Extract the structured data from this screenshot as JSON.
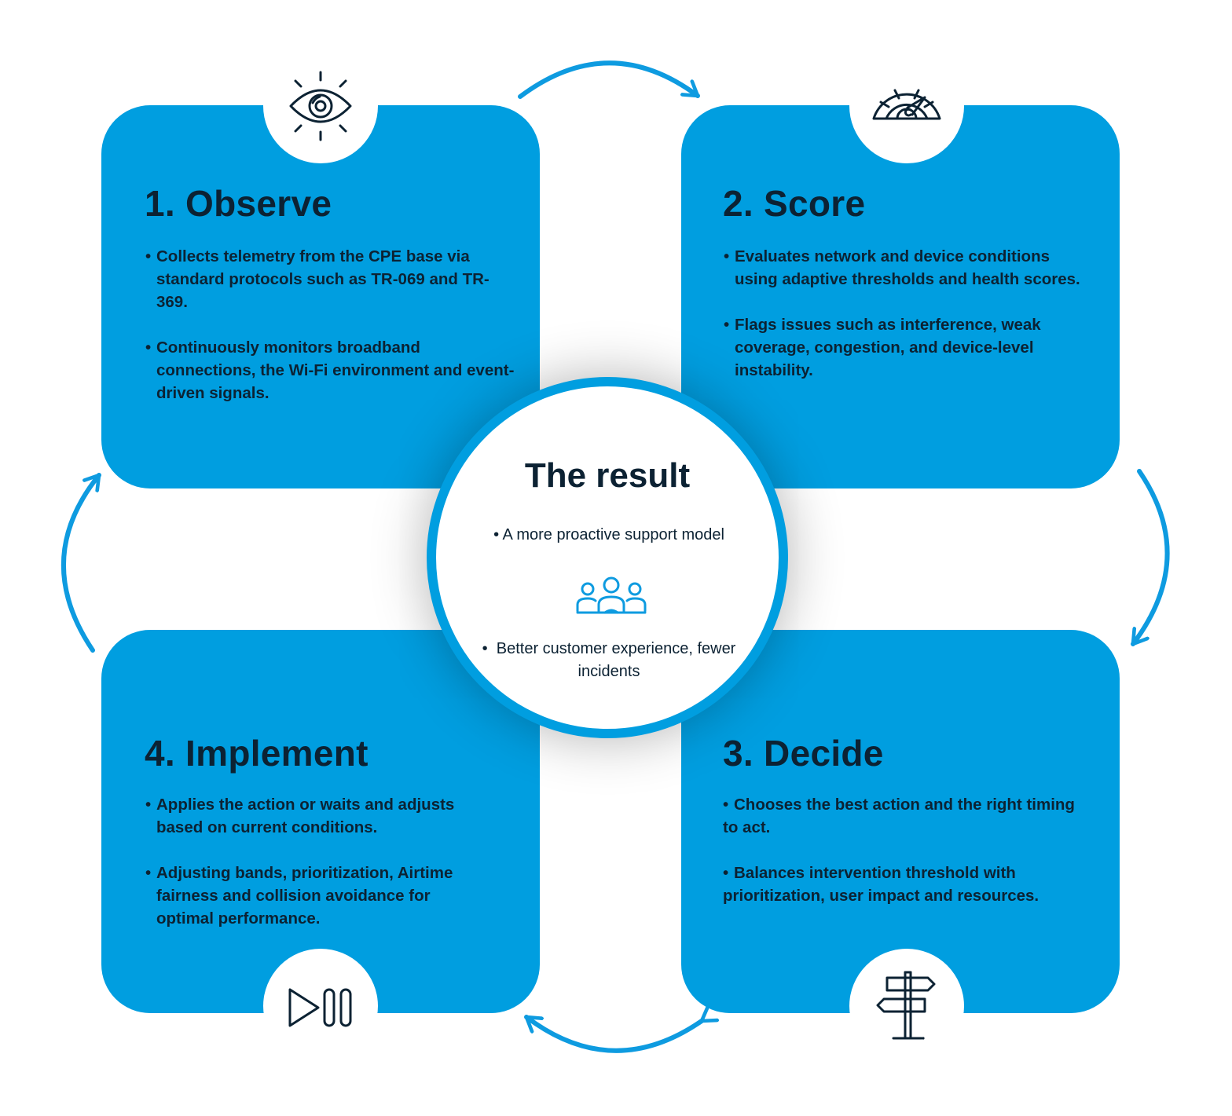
{
  "steps": {
    "observe": {
      "title": "1. Observe",
      "icon": "eye-icon",
      "bullets": [
        "Collects telemetry from the CPE base via standard protocols such as TR-069 and TR-369.",
        "Continuously monitors broadband connections, the Wi-Fi environment and event-driven signals."
      ]
    },
    "score": {
      "title": "2. Score",
      "icon": "gauge-icon",
      "bullets": [
        "Evaluates network and device conditions using adaptive thresholds and health scores.",
        "Flags issues such as interference, weak coverage, congestion, and device-level instability."
      ]
    },
    "decide": {
      "title": "3. Decide",
      "icon": "signpost-icon",
      "bullets": [
        "Chooses the best action and the right timing to act.",
        "Balances intervention threshold with prioritization, user impact and resources."
      ]
    },
    "implement": {
      "title": "4. Implement",
      "icon": "play-pause-icon",
      "bullets": [
        "Applies the action or waits and adjusts based on current conditions.",
        "Adjusting bands, prioritization, Airtime fairness and collision avoidance for optimal performance."
      ]
    }
  },
  "result": {
    "title": "The result",
    "items": [
      "A more proactive support model",
      "Better customer experience, fewer incidents"
    ],
    "icon": "people-icon"
  },
  "colors": {
    "card_blue": "#009ee0",
    "text_dark": "#0c2233",
    "arrow_blue": "#0e9be0",
    "background": "#ffffff"
  }
}
